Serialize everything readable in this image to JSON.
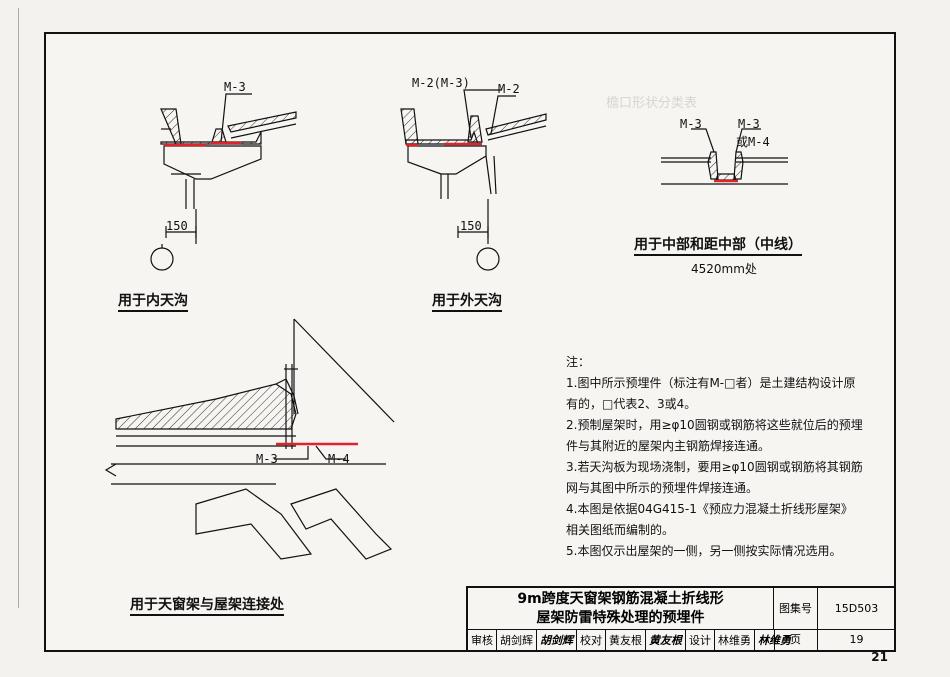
{
  "labels": {
    "m3_inner": "M-3",
    "m2_outer": "M-2(M-3)",
    "m2_outer_b": "M-2",
    "m3_mid_a": "M-3",
    "m3_mid_b": "M-3",
    "m4_mid": "或M-4",
    "dim_150_inner": "150",
    "dim_150_outer": "150",
    "m3_window": "M-3",
    "m4_window": "M-4"
  },
  "captions": {
    "inner_gutter": "用于内天沟",
    "outer_gutter": "用于外天沟",
    "middle": "用于中部和距中部（中线）",
    "middle_sub": "4520mm处",
    "window": "用于天窗架与屋架连接处"
  },
  "notes": {
    "heading": "注：",
    "items": [
      "1.图中所示预埋件（标注有M-□者）是土建结构设计原",
      "有的，□代表2、3或4。",
      "2.预制屋架时，用≥φ10圆钢或钢筋将这些就位后的预埋",
      "件与其附近的屋架内主钢筋焊接连通。",
      "3.若天沟板为现场浇制，要用≥φ10圆钢或钢筋将其钢筋",
      "网与其图中所示的预埋件焊接连通。",
      "4.本图是依据04G415-1《预应力混凝土折线形屋架》",
      "   相关图纸而编制的。",
      "5.本图仅示出屋架的一侧，另一侧按实际情况选用。"
    ]
  },
  "titleblock": {
    "title_line1": "9m跨度天窗架钢筋混凝土折线形",
    "title_line2": "屋架防雷特殊处理的预埋件",
    "atlas_label": "图集号",
    "atlas_value": "15D503",
    "page_label": "页",
    "page_value": "19",
    "review_label": "审核",
    "review_name": "胡剑辉",
    "review_sig": "胡剑辉",
    "check_label": "校对",
    "check_name": "黄友根",
    "check_sig": "黄友根",
    "design_label": "设计",
    "design_name": "林维勇",
    "design_sig": "林维勇"
  },
  "book_page": "21",
  "colors": {
    "line": "#111111",
    "plate": "#e0242b",
    "hatch": "#333333"
  }
}
